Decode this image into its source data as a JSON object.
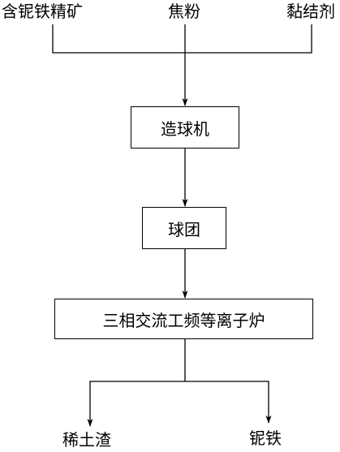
{
  "inputs": {
    "left": "含铌铁精矿",
    "center": "焦粉",
    "right": "黏结剂"
  },
  "steps": {
    "pelletizer": "造球机",
    "pellet": "球团",
    "furnace": "三相交流工频等离子炉"
  },
  "outputs": {
    "left": "稀土渣",
    "right": "铌铁"
  }
}
